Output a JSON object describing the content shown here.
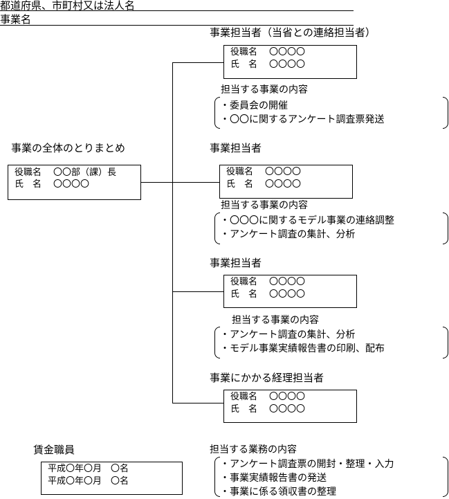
{
  "header": {
    "prefecture_label": "都道府県、市町村又は法人名",
    "project_label": "事業名"
  },
  "overall": {
    "title": "事業の全体のとりまとめ",
    "position_label": "役職名",
    "position_value": "〇〇部（課）長",
    "name_label": "氏　名",
    "name_value": "〇〇〇〇"
  },
  "staff": [
    {
      "title": "事業担当者（当省との連絡担当者）",
      "position_label": "役職名",
      "position_value": "〇〇〇〇",
      "name_label": "氏　名",
      "name_value": "〇〇〇〇",
      "tasks_heading": "担当する事業の内容",
      "tasks": [
        "・委員会の開催",
        "・〇〇に関するアンケート調査票発送"
      ]
    },
    {
      "title": "事業担当者",
      "position_label": "役職名",
      "position_value": "〇〇〇〇",
      "name_label": "氏　名",
      "name_value": "〇〇〇〇",
      "tasks_heading": "担当する事業の内容",
      "tasks": [
        "・〇〇〇に関するモデル事業の連絡調整",
        "・アンケート調査の集計、分析"
      ]
    },
    {
      "title": "事業担当者",
      "position_label": "役職名",
      "position_value": "〇〇〇〇",
      "name_label": "氏　名",
      "name_value": "〇〇〇〇",
      "tasks_heading": "担当する事業の内容",
      "tasks": [
        "・アンケート調査の集計、分析",
        "・モデル事業実績報告書の印刷、配布"
      ]
    },
    {
      "title": "事業にかかる経理担当者",
      "position_label": "役職名",
      "position_value": "〇〇〇〇",
      "name_label": "氏　名",
      "name_value": "〇〇〇〇"
    }
  ],
  "temp_staff": {
    "title": "賃金職員",
    "rows": [
      "平成〇年〇月　〇名",
      "平成〇年〇月　〇名"
    ],
    "tasks_heading": "担当する業務の内容",
    "tasks": [
      "・アンケート調査票の開封・整理・入力",
      "・事業実績報告書の発送",
      "・事業に係る領収書の整理"
    ]
  }
}
